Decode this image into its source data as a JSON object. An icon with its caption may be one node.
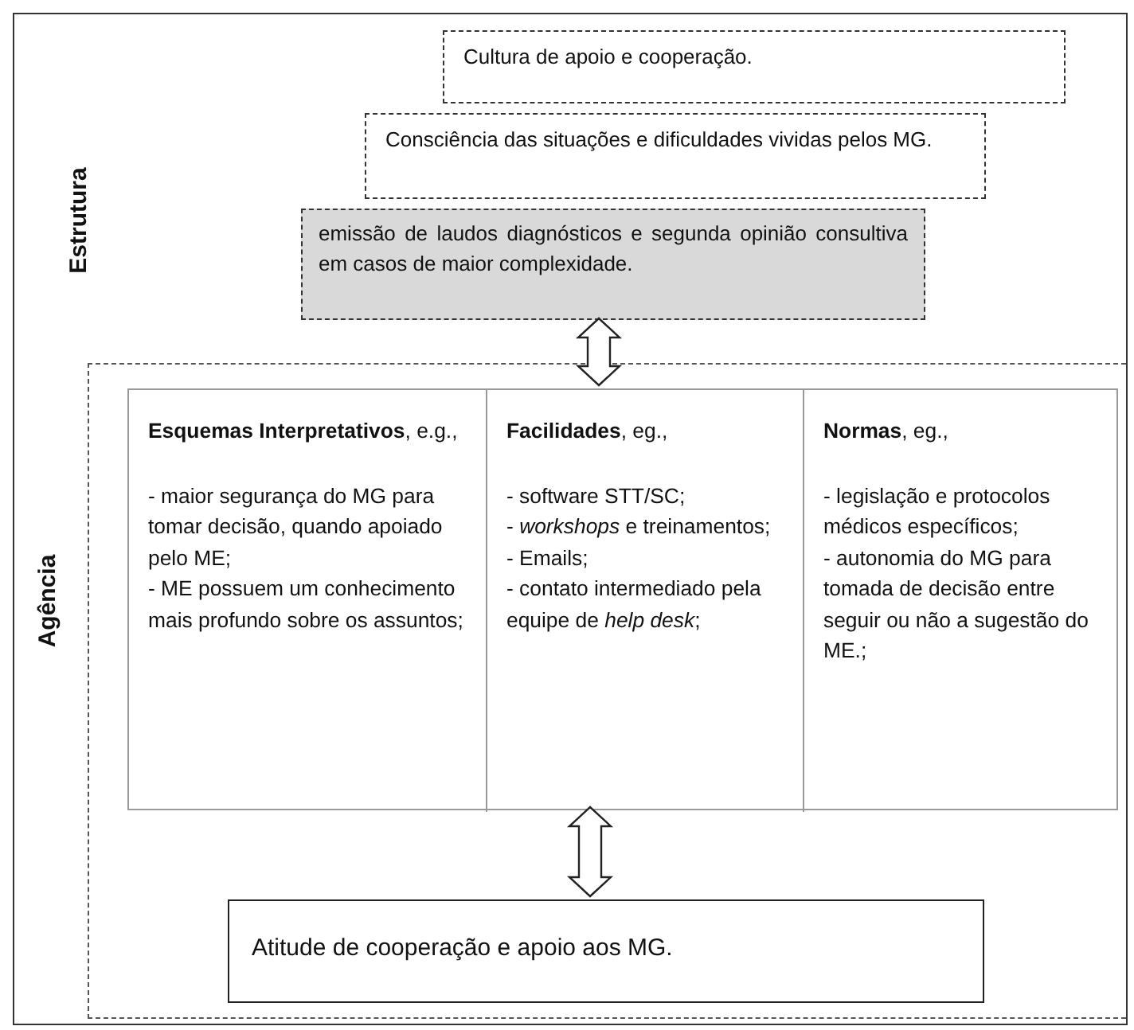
{
  "diagram": {
    "nodes": [
      {
        "text": [
          "Estrutura"
        ]
      },
      {
        "text": [
          "Cultura de apoio e cooperação."
        ],
        "in": 0
      },
      {
        "text": [
          "Consciência das situações e dificuldades vividas pelos MG."
        ],
        "in": 0
      },
      {
        "text": [
          "emissão de laudos diagnósticos e segunda opinião consultiva em casos de maior complexidade."
        ],
        "in": 0
      },
      {
        "text": [
          "Agência"
        ],
        "in": 0
      },
      {
        "text": [],
        "shape": "box",
        "in": 4
      },
      {
        "text": [
          "**Esquemas Interpretativos**, e.g.,",
          "- maior segurança do MG para tomar decisão, quando apoiado pelo ME;",
          "- ME possuem um conhecimento mais profundo sobre os assuntos;"
        ],
        "in": 5
      },
      {
        "text": [
          "**Facilidades**, eg.,",
          "- software STT/SC;",
          "- *workshops* e treinamentos;",
          "- Emails;",
          "- contato intermediado pela equipe de *help desk*;"
        ],
        "in": 5
      },
      {
        "text": [
          "**Normas**, eg.,",
          "- legislação e protocolos médicos específicos;",
          "- autonomia do MG para tomada de decisão entre seguir ou não a sugestão do ME.;"
        ],
        "in": 5
      },
      {
        "text": [
          "Atitude de cooperação e apoio aos MG."
        ],
        "in": 4
      }
    ],
    "edges": [
      {
        "from": 3,
        "to": 5,
        "arrow": "both"
      },
      {
        "from": 5,
        "to": 9,
        "arrow": "both"
      }
    ]
  }
}
